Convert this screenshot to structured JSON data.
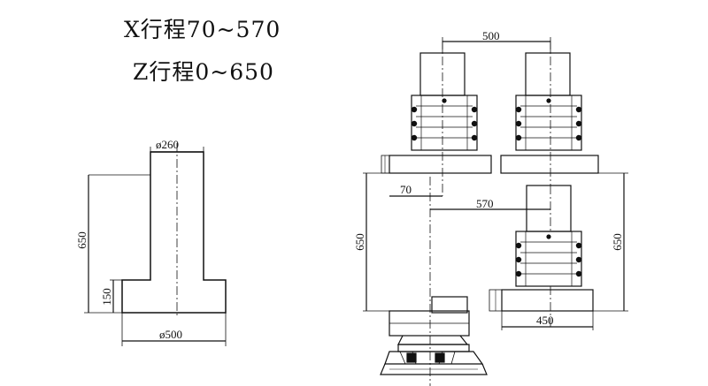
{
  "header": {
    "x_travel": "X行程70~570",
    "z_travel": "Z行程0~650"
  },
  "left_view": {
    "top_diameter": "ø260",
    "height": "650",
    "base_height": "150",
    "base_diameter": "ø500"
  },
  "right_view": {
    "top_span": "500",
    "x_min": "70",
    "x_max": "570",
    "z_left": "650",
    "z_right": "650",
    "base_width": "450"
  },
  "colors": {
    "line": "#111111",
    "background": "#ffffff"
  }
}
